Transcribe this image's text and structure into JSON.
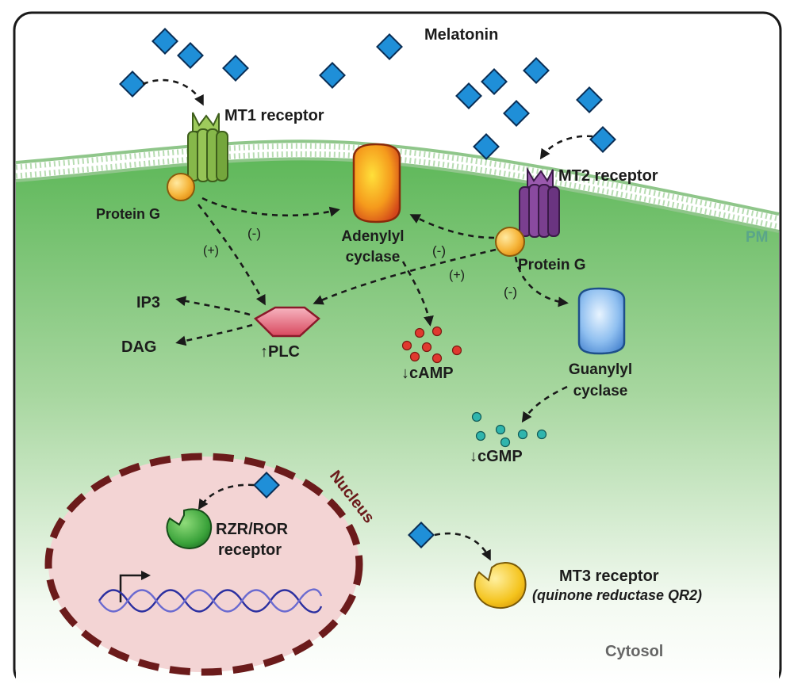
{
  "labels": {
    "melatonin": "Melatonin",
    "mt1_receptor": "MT1 receptor",
    "mt2_receptor": "MT2 receptor",
    "protein_g_left": "Protein G",
    "protein_g_right": "Protein G",
    "adenylyl_line1": "Adenylyl",
    "adenylyl_line2": "cyclase",
    "pm": "PM",
    "ip3": "IP3",
    "dag": "DAG",
    "plc": "↑PLC",
    "camp": "↓cAMP",
    "guanylyl_line1": "Guanylyl",
    "guanylyl_line2": "cyclase",
    "cgmp": "↓cGMP",
    "nucleus": "Nucleus",
    "rzr_line1": "RZR/ROR",
    "rzr_line2": "receptor",
    "mt3_line1": "MT3 receptor",
    "mt3_line2": "(quinone reductase QR2)",
    "cytosol": "Cytosol"
  },
  "signs": {
    "mt1_plc": "(+)",
    "mt1_ac": "(-)",
    "mt2_ac": "(-)",
    "mt2_plc": "(+)",
    "mt2_gc": "(-)"
  },
  "colors": {
    "melatonin": "#1f8fd8",
    "cytosol_green": "#5fb85a",
    "nucleus_fill": "#f3d4d4",
    "nucleus_border": "#6b1b1b",
    "mt1": "#86b84a",
    "mt2": "#7a3f8f",
    "protein_g": "#f4b23a",
    "adenylyl": "#f08a1a",
    "plc": "#e86a80",
    "guanylyl": "#7fb4e8",
    "camp": "#e0392f",
    "cgmp": "#2fb5ad",
    "rzr": "#3aa23a",
    "mt3": "#f2c21a"
  },
  "icons": {
    "melatonin": "diamond-icon",
    "dna": "dna-helix-icon",
    "transcription": "transcription-start-arrow-icon"
  }
}
